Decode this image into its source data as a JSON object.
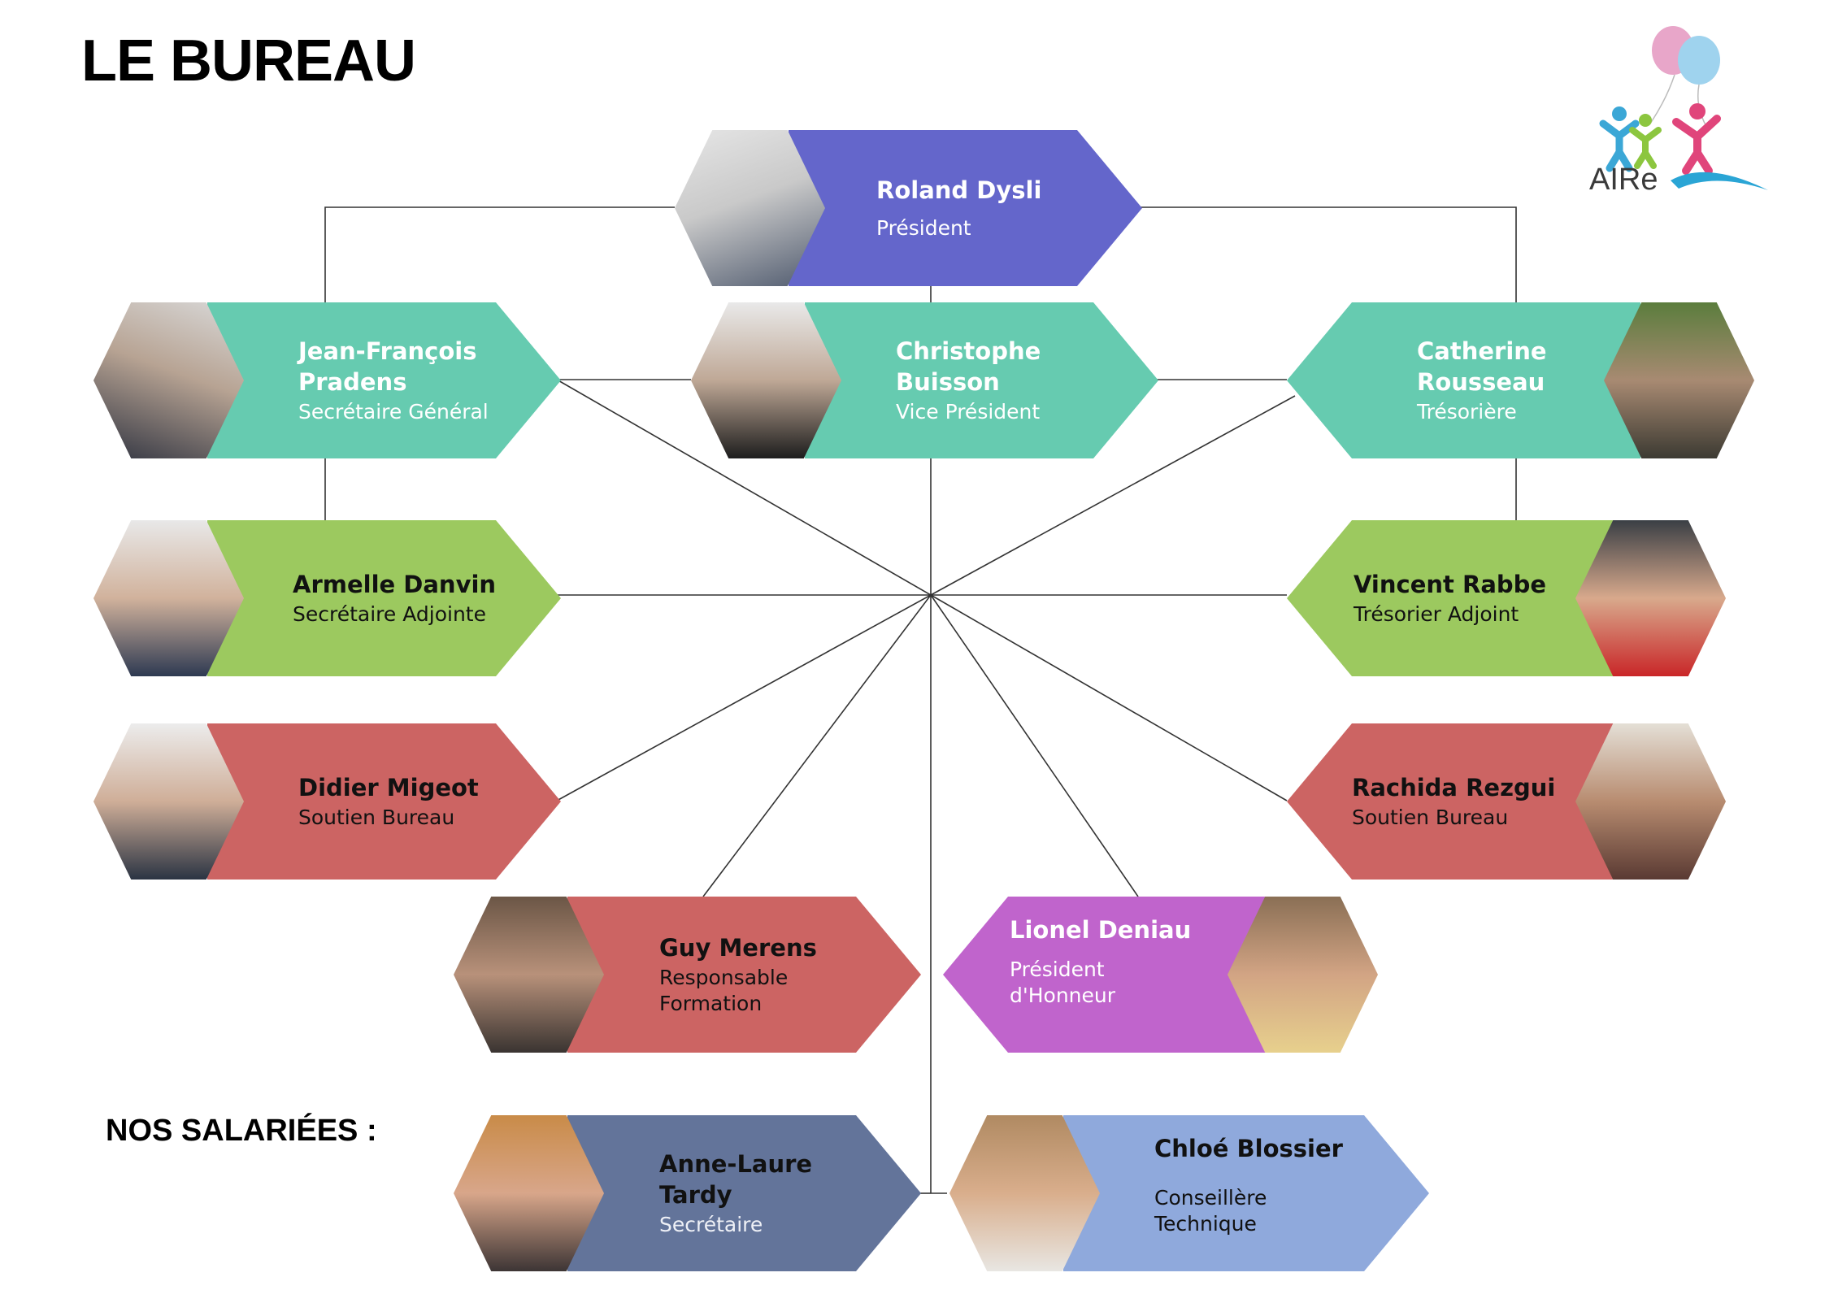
{
  "page": {
    "title": "LE BUREAU",
    "staff_heading": "NOS SALARIÉES :"
  },
  "logo": {
    "text": "AIRe"
  },
  "colors": {
    "purple": "#6466CB",
    "teal": "#66CBB0",
    "green": "#9CC95F",
    "red": "#CC6463",
    "violet": "#C064CC",
    "slate": "#63749A",
    "lightblue": "#8FA9DC",
    "line": "#333333"
  },
  "members": [
    {
      "id": "roland-dysli",
      "name": "Roland Dysli",
      "role": "Président"
    },
    {
      "id": "jean-francois-pradens",
      "name": "Jean-François Pradens",
      "role": "Secrétaire Général"
    },
    {
      "id": "christophe-buisson",
      "name": "Christophe Buisson",
      "role": "Vice Président"
    },
    {
      "id": "catherine-rousseau",
      "name": "Catherine Rousseau",
      "role": "Trésorière"
    },
    {
      "id": "armelle-danvin",
      "name": "Armelle Danvin",
      "role": "Secrétaire Adjointe"
    },
    {
      "id": "vincent-rabbe",
      "name": "Vincent Rabbe",
      "role": "Trésorier Adjoint"
    },
    {
      "id": "didier-migeot",
      "name": "Didier Migeot",
      "role": "Soutien Bureau"
    },
    {
      "id": "rachida-rezgui",
      "name": "Rachida Rezgui",
      "role": "Soutien Bureau"
    },
    {
      "id": "guy-merens",
      "name": "Guy Merens",
      "role": "Responsable Formation"
    },
    {
      "id": "lionel-deniau",
      "name": "Lionel Deniau",
      "role": "Président d'Honneur"
    },
    {
      "id": "anne-laure-tardy",
      "name": "Anne-Laure Tardy",
      "role": "Secrétaire"
    },
    {
      "id": "chloe-blossier",
      "name": "Chloé Blossier",
      "role": "Conseillère Technique"
    }
  ]
}
